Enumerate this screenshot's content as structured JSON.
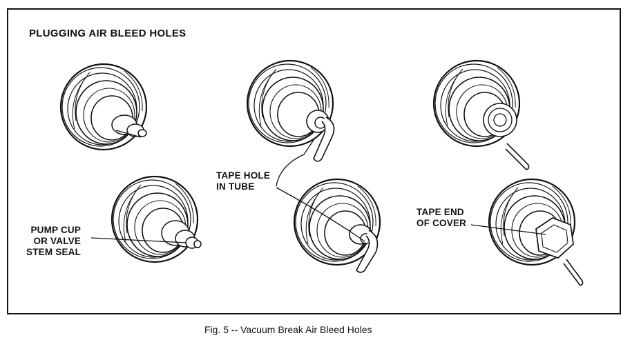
{
  "figure": {
    "title": "PLUGGING AIR BLEED HOLES",
    "caption": "Fig. 5 -- Vacuum Break Air Bleed Holes"
  },
  "callouts": {
    "pump_cup": [
      "PUMP CUP",
      "OR VALVE",
      "STEM SEAL"
    ],
    "tape_hole": [
      "TAPE HOLE",
      "IN TUBE"
    ],
    "tape_end": [
      "TAPE END",
      "OF COVER"
    ]
  },
  "colors": {
    "ink": "#111111",
    "paper": "#ffffff"
  }
}
